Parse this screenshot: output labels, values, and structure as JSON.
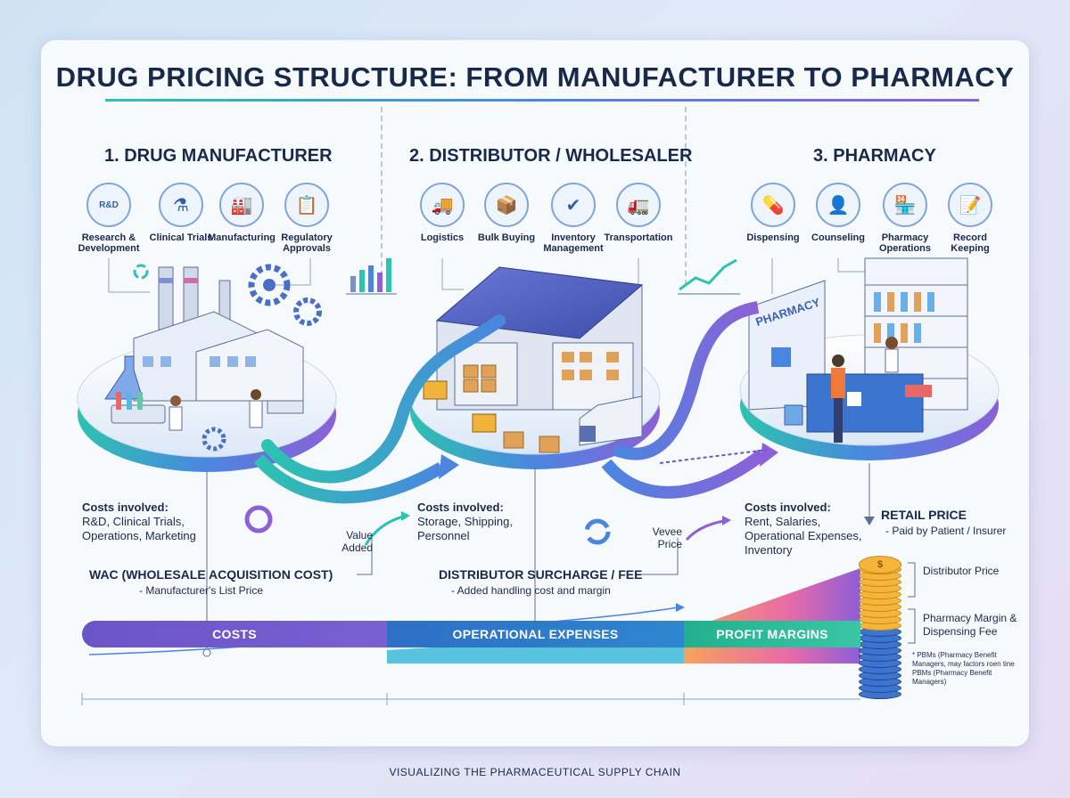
{
  "title": "DRUG PRICING STRUCTURE: FROM MANUFACTURER TO PHARMACY",
  "stages": [
    {
      "title": "1. DRUG MANUFACTURER",
      "icons": [
        {
          "label": "Research & Development",
          "glyph": "R&D",
          "icon": "magnifier-icon"
        },
        {
          "label": "Clinical Trials",
          "glyph": "⚗",
          "icon": "test-tubes-icon"
        },
        {
          "label": "Manufacturing",
          "glyph": "🏭",
          "icon": "factory-icon"
        },
        {
          "label": "Regulatory Approvals",
          "glyph": "📋",
          "icon": "clipboard-check-icon"
        }
      ],
      "costs_heading": "Costs involved:",
      "costs": "R&D, Clinical Trials, Operations, Marketing",
      "price_heading": "WAC (WHOLESALE ACQUISITION COST)",
      "price_sub": "- Manufacturer's List Price"
    },
    {
      "title": "2. DISTRIBUTOR / WHOLESALER",
      "icons": [
        {
          "label": "Logistics",
          "glyph": "🚚",
          "icon": "truck-icon"
        },
        {
          "label": "Bulk Buying",
          "glyph": "📦",
          "icon": "box-icon"
        },
        {
          "label": "Inventory Management",
          "glyph": "✔",
          "icon": "inventory-box-icon"
        },
        {
          "label": "Transportation",
          "glyph": "🚛",
          "icon": "transport-truck-icon"
        }
      ],
      "costs_heading": "Costs involved:",
      "costs": "Storage, Shipping, Personnel",
      "price_heading": "DISTRIBUTOR SURCHARGE / FEE",
      "price_sub": "- Added handling cost and margin"
    },
    {
      "title": "3. PHARMACY",
      "icons": [
        {
          "label": "Dispensing",
          "glyph": "💊",
          "icon": "pill-bottle-icon"
        },
        {
          "label": "Counseling",
          "glyph": "👤",
          "icon": "pharmacist-icon"
        },
        {
          "label": "Pharmacy Operations",
          "glyph": "🏪",
          "icon": "pharmacy-shop-icon"
        },
        {
          "label": "Record Keeping",
          "glyph": "📝",
          "icon": "document-pen-icon"
        }
      ],
      "costs_heading": "Costs involved:",
      "costs": "Rent, Salaries, Operational Expenses, Inventory",
      "price_heading": "RETAIL PRICE",
      "price_sub": "- Paid by Patient / Insurer"
    }
  ],
  "value_added": "Value Added",
  "vevee_price": "Vevee Price",
  "pharmacy_sign": "PHARMACY",
  "rnd_badge": "R&D",
  "coin_labels": {
    "distributor": "Distributor Price",
    "margin": "Pharmacy Margin & Dispensing Fee",
    "note": "* PBMs (Pharmacy Benefit Managers, may factors roen tine PBMs (Pharmacy Benefit Managers)"
  },
  "bars": [
    {
      "label": "COSTS",
      "color": "#6a55c8"
    },
    {
      "label": "OPERATIONAL EXPENSES",
      "color": "#2d6fc5"
    },
    {
      "label": "PROFIT MARGINS",
      "color": "#21b08e"
    }
  ],
  "footer": "VISUALIZING THE PHARMACEUTICAL SUPPLY CHAIN",
  "colors": {
    "navy": "#18294a",
    "teal": "#2cc3b0",
    "blue": "#4a86e0",
    "purple": "#8d5fd8",
    "gold": "#f4b53a"
  }
}
